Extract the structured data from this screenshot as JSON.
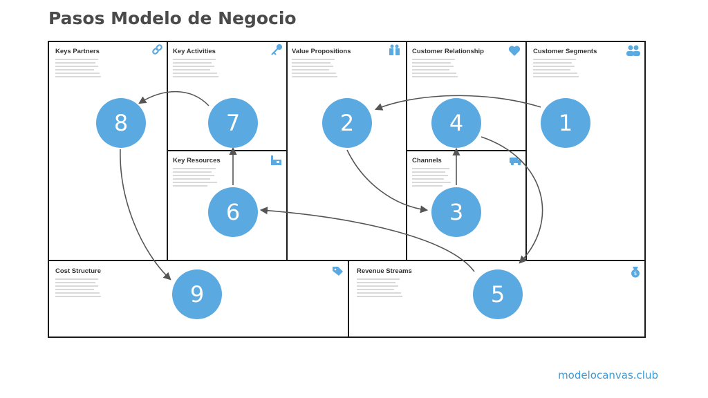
{
  "title": "Pasos Modelo de Negocio",
  "footer": "modelocanvas.club",
  "colors": {
    "accent": "#5aa9e0",
    "border": "#1a1a1a",
    "arrow": "#555555",
    "placeholder": "#d9d9d9"
  },
  "blocks": {
    "key_partners": {
      "label": "Keys Partners",
      "icon": "link-icon"
    },
    "key_activities": {
      "label": "Key Activities",
      "icon": "key-icon"
    },
    "key_resources": {
      "label": "Key Resources",
      "icon": "factory-icon"
    },
    "value_propositions": {
      "label": "Value Propositions",
      "icon": "gift-icon"
    },
    "customer_relationship": {
      "label": "Customer Relationship",
      "icon": "heart-icon"
    },
    "channels": {
      "label": "Channels",
      "icon": "truck-icon"
    },
    "customer_segments": {
      "label": "Customer Segments",
      "icon": "users-icon"
    },
    "cost_structure": {
      "label": "Cost Structure",
      "icon": "tag-icon"
    },
    "revenue_streams": {
      "label": "Revenue Streams",
      "icon": "money-bag-icon"
    }
  },
  "steps": {
    "s1": "1",
    "s2": "2",
    "s3": "3",
    "s4": "4",
    "s5": "5",
    "s6": "6",
    "s7": "7",
    "s8": "8",
    "s9": "9"
  }
}
